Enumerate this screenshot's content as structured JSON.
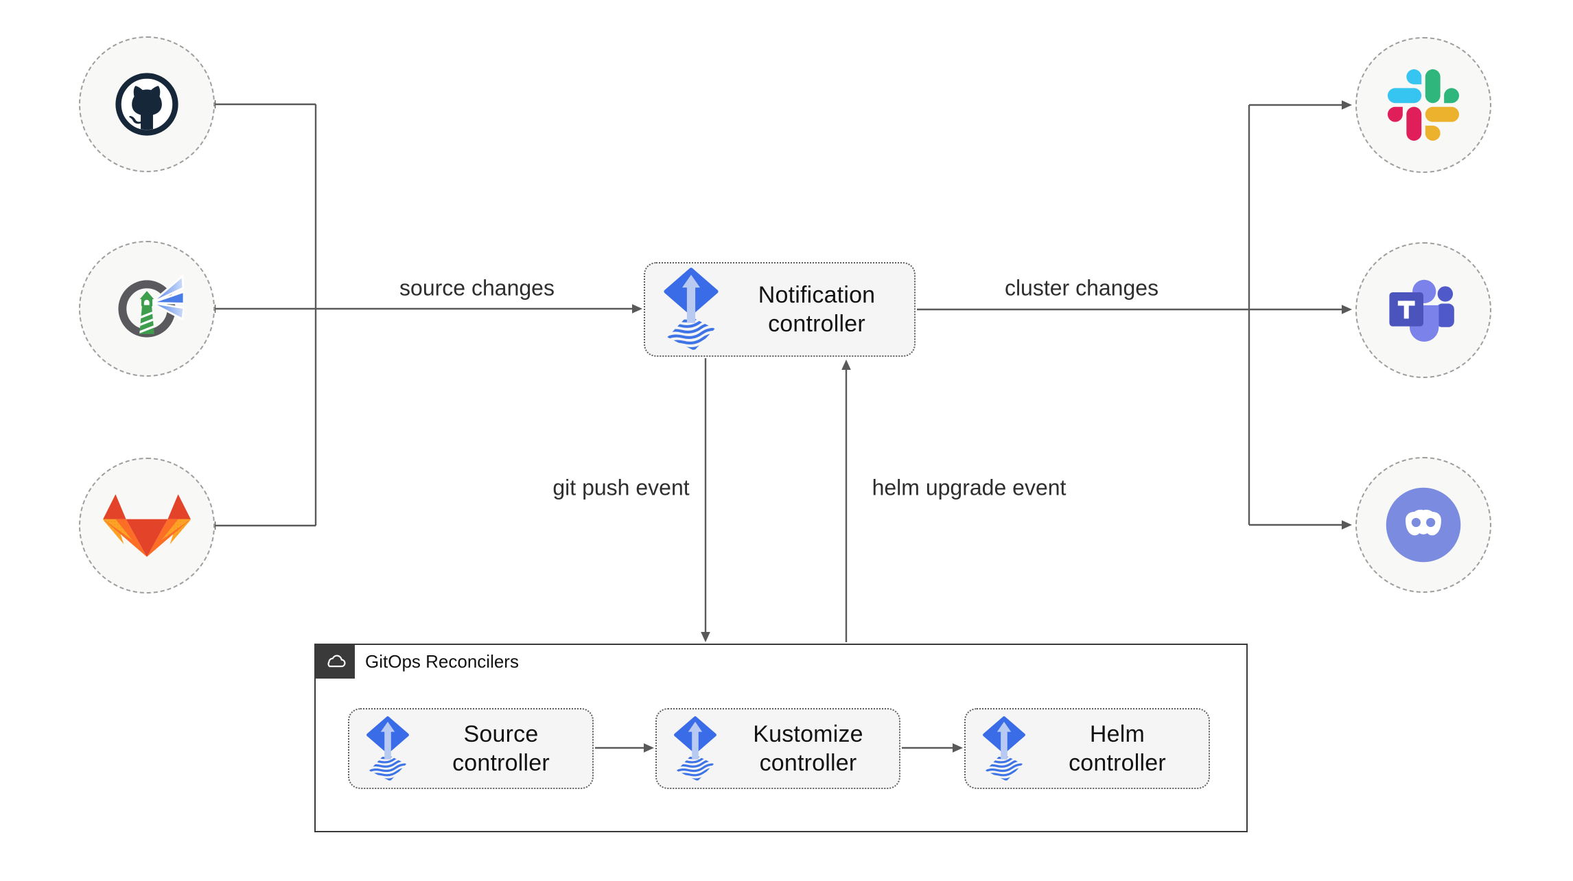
{
  "diagram_type": "flux-notification-architecture",
  "sources": [
    {
      "name": "GitHub",
      "icon": "github-icon"
    },
    {
      "name": "Harbor",
      "icon": "harbor-icon"
    },
    {
      "name": "GitLab",
      "icon": "gitlab-icon"
    }
  ],
  "targets": [
    {
      "name": "Slack",
      "icon": "slack-icon"
    },
    {
      "name": "Microsoft Teams",
      "icon": "teams-icon"
    },
    {
      "name": "Discord",
      "icon": "discord-icon"
    }
  ],
  "notification": {
    "lines": [
      "Notification",
      "controller"
    ],
    "icon": "flux-icon"
  },
  "labels": {
    "source_changes": "source changes",
    "cluster_changes": "cluster changes",
    "git_push": "git push event",
    "helm_upgrade": "helm upgrade event"
  },
  "reconcilers": {
    "title": "GitOps Reconcilers",
    "badge_icon": "cloud-icon",
    "nodes": [
      {
        "lines": [
          "Source",
          "controller"
        ],
        "icon": "flux-icon"
      },
      {
        "lines": [
          "Kustomize",
          "controller"
        ],
        "icon": "flux-icon"
      },
      {
        "lines": [
          "Helm",
          "controller"
        ],
        "icon": "flux-icon"
      }
    ]
  },
  "colors": {
    "line": "#595959",
    "label-text": "#2e2e2e",
    "node-text": "#121212",
    "box-fill": "#f5f5f5",
    "box-border": "#5e5e5e",
    "circle-fill": "#f8f8f6",
    "circle-border": "#9e9e9e",
    "container-border": "#3a3a3a",
    "badge-bg": "#3a3a3a",
    "flux-blue": "#3a6ce8",
    "flux-light": "#b8c9f2",
    "flux-stripe": "#3f74e6",
    "github-dark": "#16273a",
    "harbor-gray": "#5a5a5e",
    "harbor-green": "#3f9e4e",
    "harbor-beam": "#4a7de8",
    "gitlab-red": "#e24329",
    "gitlab-orange": "#fc6d26",
    "gitlab-yellow": "#fca326",
    "slack-blue": "#36c5f0",
    "slack-green": "#2eb67d",
    "slack-red": "#e01e5a",
    "slack-yellow": "#ecb22e",
    "teams-dark": "#4b53bc",
    "teams-mid": "#5059c9",
    "teams-light": "#7b83eb",
    "discord-blurple": "#7b8ce0"
  }
}
